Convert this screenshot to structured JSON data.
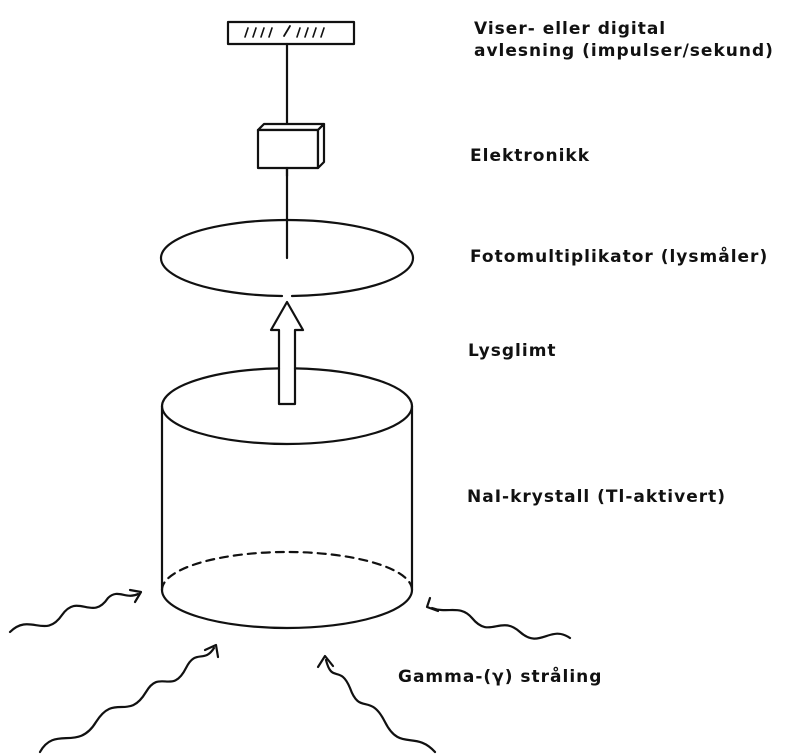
{
  "labels": {
    "readout_line1": "Viser- eller digital",
    "readout_line2": "avlesning (impulser/sekund)",
    "electronics": "Elektronikk",
    "photomultiplier": "Fotomultiplikator (lysmåler)",
    "light_flash": "Lysglimt",
    "crystal": "NaI-krystall (Tl-aktivert)",
    "gamma": "Gamma-(γ) stråling"
  },
  "colors": {
    "ink": "#111111",
    "background": "#ffffff"
  }
}
